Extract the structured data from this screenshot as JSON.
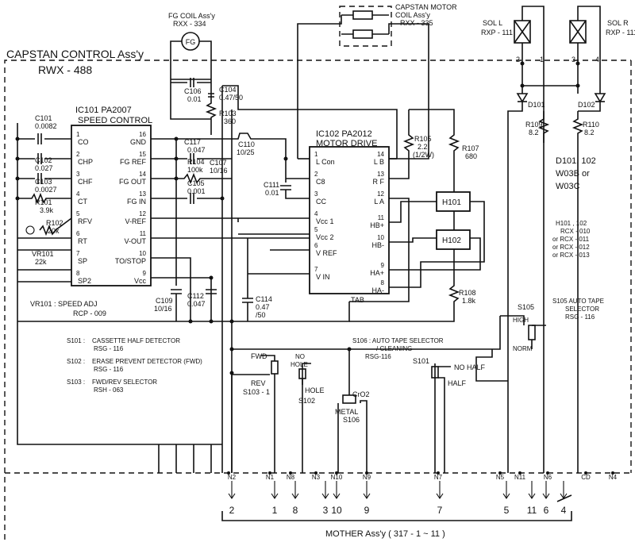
{
  "board": {
    "title": "CAPSTAN CONTROL Ass'y",
    "part_no": "RWX - 488"
  },
  "fg_coil": {
    "name": "FG COIL Ass'y",
    "part": "RXX - 334",
    "symbol": "FG"
  },
  "capstan_coil": {
    "name": "CAPSTAN MOTOR",
    "name2": "COIL Ass'y",
    "part": "RXX - 335"
  },
  "ic101": {
    "ref": "IC101 PA2007",
    "name": "SPEED CONTROL",
    "left_pins": [
      {
        "num": "1",
        "name": "CO"
      },
      {
        "num": "2",
        "name": "CHP"
      },
      {
        "num": "3",
        "name": "CHF"
      },
      {
        "num": "4",
        "name": "CT"
      },
      {
        "num": "5",
        "name": "RFV"
      },
      {
        "num": "6",
        "name": "RT"
      },
      {
        "num": "7",
        "name": "SP"
      },
      {
        "num": "8",
        "name": "SP2"
      }
    ],
    "right_pins": [
      {
        "num": "16",
        "name": "GND"
      },
      {
        "num": "15",
        "name": "FG REF"
      },
      {
        "num": "14",
        "name": "FG OUT"
      },
      {
        "num": "13",
        "name": "FG IN"
      },
      {
        "num": "12",
        "name": "V-REF"
      },
      {
        "num": "11",
        "name": "V-OUT"
      },
      {
        "num": "10",
        "name": "TO/STOP"
      },
      {
        "num": "9",
        "name": "Vcc"
      }
    ]
  },
  "ic102": {
    "ref": "IC102 PA2012",
    "name": "MOTOR DRIVE",
    "tab": "TAB",
    "left_pins": [
      {
        "num": "1",
        "name": "L Con"
      },
      {
        "num": "2",
        "name": "C8"
      },
      {
        "num": "3",
        "name": "CC"
      },
      {
        "num": "4",
        "name": "Vcc 1"
      },
      {
        "num": "5",
        "name": "Vcc 2"
      },
      {
        "num": "6",
        "name": "V REF"
      },
      {
        "num": "7",
        "name": "V IN"
      }
    ],
    "right_pins": [
      {
        "num": "14",
        "name": "L B"
      },
      {
        "num": "13",
        "name": "R F"
      },
      {
        "num": "12",
        "name": "L A"
      },
      {
        "num": "11",
        "name": "HB+"
      },
      {
        "num": "10",
        "name": "HB-"
      },
      {
        "num": "9",
        "name": "HA+"
      },
      {
        "num": "8",
        "name": "HA-"
      }
    ]
  },
  "components": {
    "c101": {
      "ref": "C101",
      "val": "0.0082"
    },
    "c102": {
      "ref": "C102",
      "val": "0.027"
    },
    "c103": {
      "ref": "C103",
      "val": "0.0027"
    },
    "r101": {
      "ref": "R101",
      "val": "3.9k"
    },
    "r102": {
      "ref": "R102",
      "val": "20k"
    },
    "vr101": {
      "ref": "VR101",
      "val": "22k"
    },
    "c106": {
      "ref": "C106",
      "val": "0.01"
    },
    "c104": {
      "ref": "C104",
      "val": "0.47/50"
    },
    "r103": {
      "ref": "R103",
      "val": "360"
    },
    "c117": {
      "ref": "C117",
      "val": "0.047"
    },
    "r104": {
      "ref": "R104",
      "val": "100k"
    },
    "c105": {
      "ref": "C105",
      "val": "0.001"
    },
    "c107": {
      "ref": "C107",
      "val": "10/16"
    },
    "c110": {
      "ref": "C110",
      "val": "10/25"
    },
    "c111": {
      "ref": "C111",
      "val": "0.01"
    },
    "r105": {
      "ref": "R105",
      "val": "2.2",
      "val2": "(1/2W)"
    },
    "r107": {
      "ref": "R107",
      "val": "680"
    },
    "r108": {
      "ref": "R108",
      "val": "1.8k"
    },
    "h101": {
      "ref": "H101"
    },
    "h102": {
      "ref": "H102"
    },
    "c109": {
      "ref": "C109",
      "val": "10/16"
    },
    "c112": {
      "ref": "C112",
      "val": "0.047"
    },
    "c114": {
      "ref": "C114",
      "val": "0.47",
      "val2": "/50"
    },
    "r109": {
      "ref": "R109",
      "val": "8.2"
    },
    "r110": {
      "ref": "R110",
      "val": "8.2"
    },
    "d101": {
      "ref": "D101"
    },
    "d102": {
      "ref": "D102"
    }
  },
  "solenoids": {
    "left": {
      "name": "SOL  L",
      "part": "RXP - 111"
    },
    "right": {
      "name": "SOL  R",
      "part": "RXP - 111"
    },
    "pins": [
      "2",
      "1",
      "3",
      "4"
    ]
  },
  "notes": {
    "diodes": [
      "D101, 102",
      "W03B  or",
      "W03C"
    ],
    "hall": [
      "H101 , 102",
      "RCX - 010",
      "or RCX - 011",
      "or RCX - 012",
      "or RCX - 013"
    ],
    "s105_title": [
      "S105 AUTO TAPE",
      "SELECTOR",
      "RSG - 116"
    ],
    "vr101_adj": "VR101 :  SPEED ADJ",
    "vr101_part": "RCP - 009",
    "switch_legend": [
      {
        "ref": "S101 :",
        "desc": "CASSETTE HALF DETECTOR",
        "part": "RSG - 116"
      },
      {
        "ref": "S102 :",
        "desc": "ERASE PREVENT DETECTOR (FWD)",
        "part": "RSG - 116"
      },
      {
        "ref": "S103 :",
        "desc": "FWD/REV SELECTOR",
        "part": "RSH - 063"
      }
    ],
    "s106_title": [
      "S106 : AUTO TAPE SELECTOR",
      "/ CLEANING",
      "RSG-116"
    ]
  },
  "switches": {
    "s103": {
      "top": "FWD",
      "bottom": "REV",
      "ref": "S103 - 1"
    },
    "s102": {
      "top": "NO",
      "top2": "HOLE",
      "bottom": "HOLE",
      "ref": "S102"
    },
    "s106": {
      "top": "CrO2",
      "bottom": "METAL",
      "ref": "S106"
    },
    "s101": {
      "ref": "S101",
      "top": "NO HALF",
      "bottom": "HALF"
    },
    "s105": {
      "ref": "S105",
      "top": "HIGH",
      "bottom": "NORM"
    }
  },
  "connector": {
    "labels": [
      "N2",
      "N1",
      "N8",
      "N3",
      "N10",
      "N9",
      "N7",
      "N5",
      "N11",
      "N6",
      "CD",
      "N4"
    ],
    "numbers": [
      "2",
      "1",
      "8",
      "3",
      "10",
      "9",
      "7",
      "5",
      "11",
      "6",
      "4"
    ]
  },
  "mother": {
    "label": "MOTHER  Ass'y   ( 317 - 1 ~ 11 )"
  }
}
